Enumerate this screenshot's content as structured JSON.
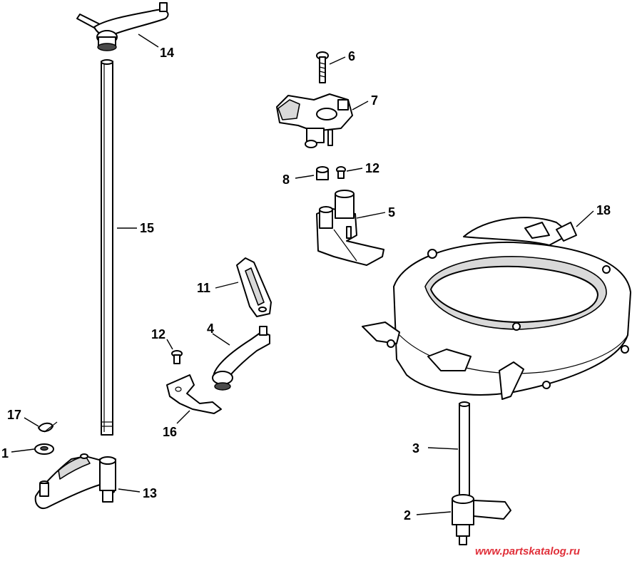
{
  "diagram": {
    "labels": {
      "p1": "1",
      "p2": "2",
      "p3": "3",
      "p4": "4",
      "p5": "5",
      "p6": "6",
      "p7": "7",
      "p8": "8",
      "p11": "11",
      "p12a": "12",
      "p12b": "12",
      "p13": "13",
      "p14": "14",
      "p15": "15",
      "p16": "16",
      "p17": "17",
      "p18": "18"
    },
    "watermark": "www.partskatalog.ru"
  }
}
